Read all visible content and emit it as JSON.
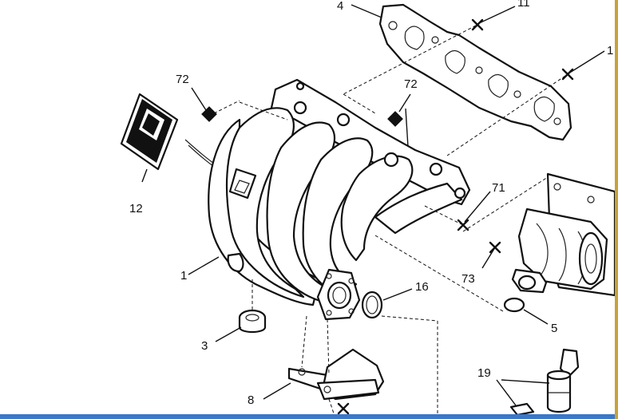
{
  "diagram": {
    "labels": {
      "l1": "1",
      "l1b": "1",
      "l3": "3",
      "l4": "4",
      "l5": "5",
      "l8": "8",
      "l11": "11",
      "l12": "12",
      "l16": "16",
      "l19": "19",
      "l71": "71",
      "l72a": "72",
      "l72b": "72",
      "l73": "73"
    },
    "colors": {
      "line": "#111111",
      "accent_bar": "#3a78c9",
      "edge_bar": "#c9a23a"
    }
  }
}
